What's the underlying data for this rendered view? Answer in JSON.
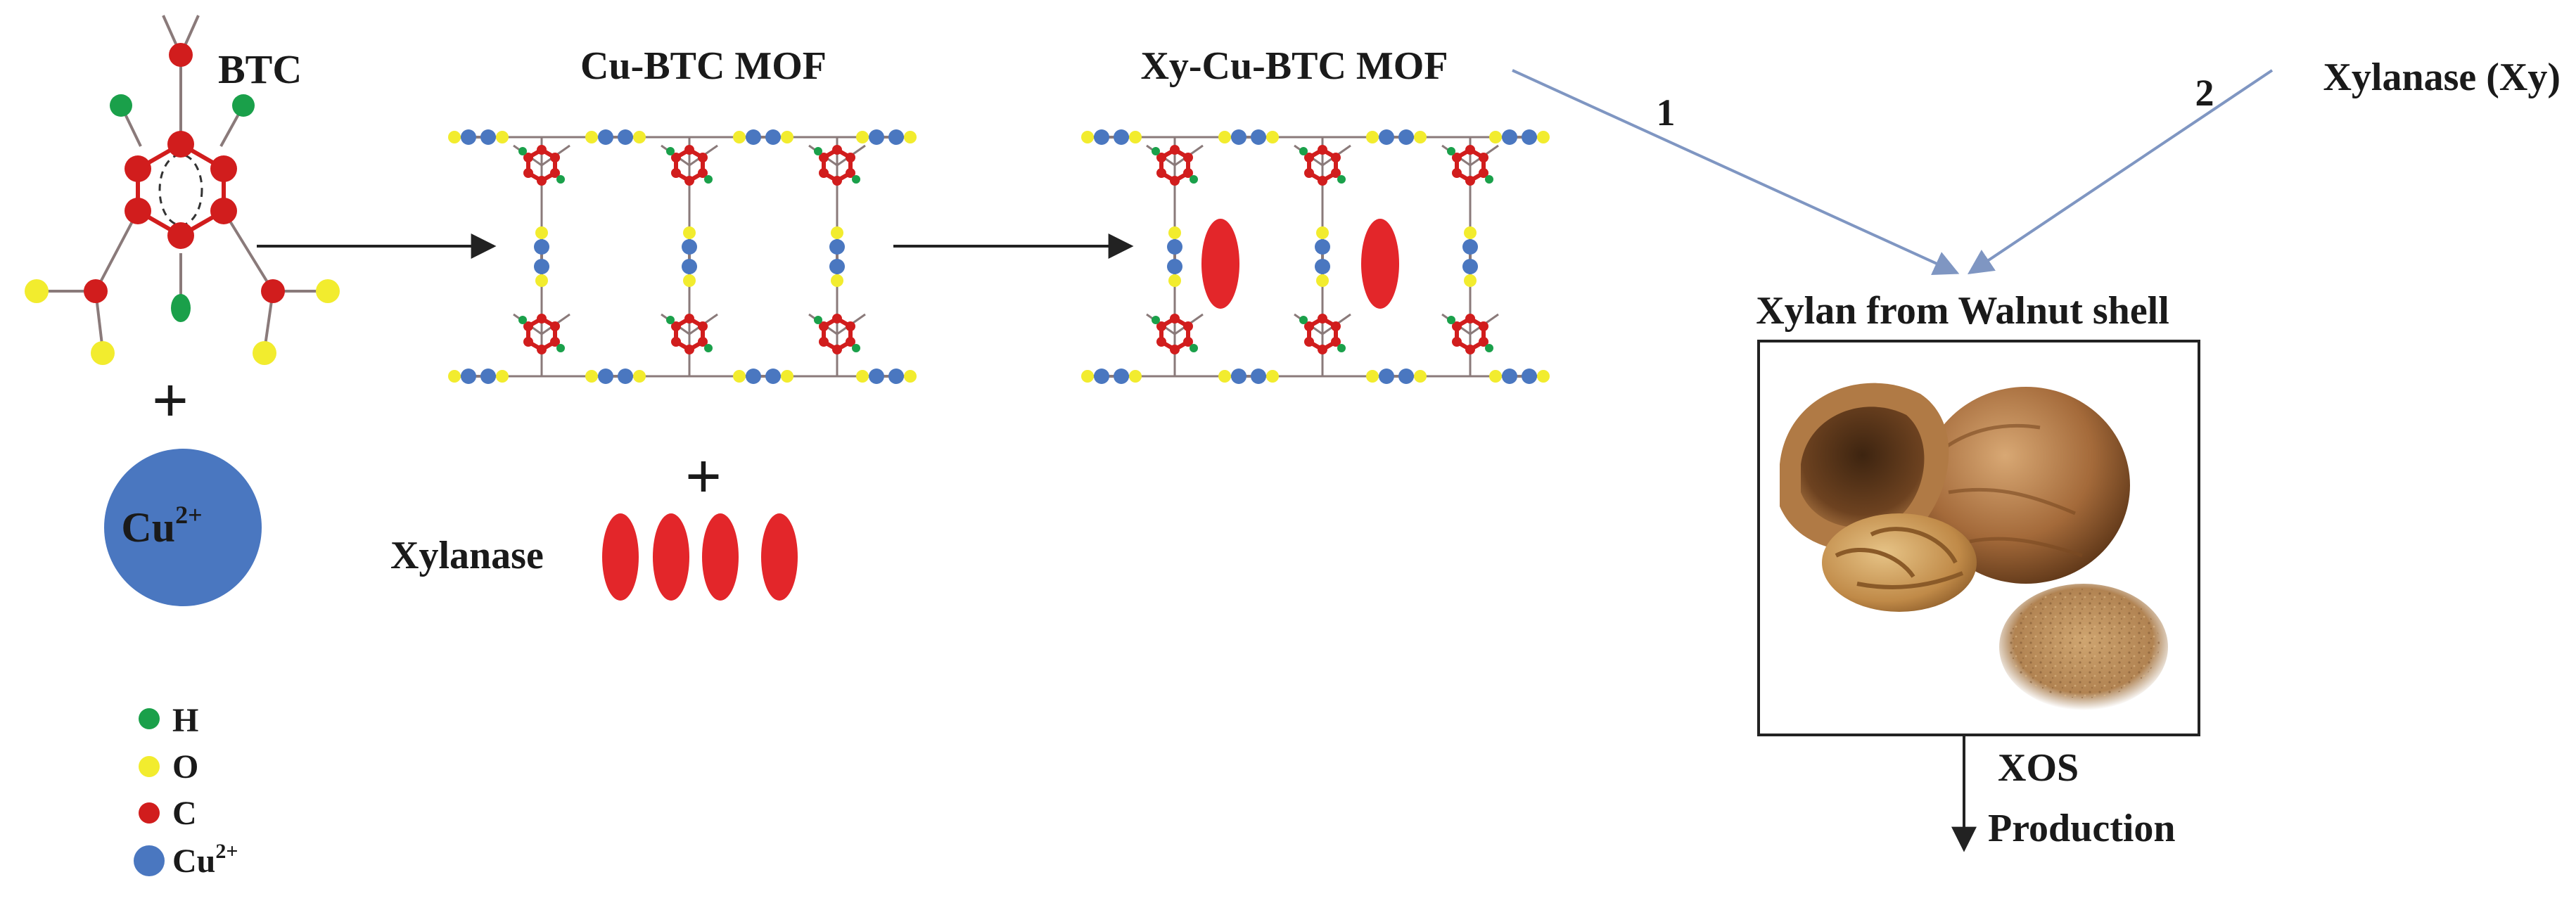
{
  "labels": {
    "btc": "BTC",
    "cu_btc_mof": "Cu-BTC MOF",
    "xy_cu_btc_mof": "Xy-Cu-BTC MOF",
    "xylanase_xy": "Xylanase (Xy)",
    "step1": "1",
    "step2": "2",
    "xylan_from_walnut": "Xylan from Walnut shell",
    "xylanase": "Xylanase",
    "plus": "+",
    "xos": "XOS",
    "production": "Production",
    "cu_ion_base": "Cu",
    "cu_ion_charge": "2+"
  },
  "legend": [
    {
      "label": "H",
      "color": "#1aa04a"
    },
    {
      "label": "O",
      "color": "#f2ec2e"
    },
    {
      "label": "C",
      "color": "#d11d1d"
    },
    {
      "label": "Cu",
      "sup": "2+",
      "color": "#4a77c0"
    }
  ],
  "colors": {
    "hydrogen": "#1aa04a",
    "oxygen": "#f2ec2e",
    "carbon": "#d11d1d",
    "copper": "#4a77c0",
    "enzyme": "#e3262a",
    "bond": "#8a7a7a",
    "arrow": "#222222",
    "arrow_blue": "#8aa0c8"
  },
  "icons": {
    "walnut_photo": "walnut-shell-photo"
  }
}
